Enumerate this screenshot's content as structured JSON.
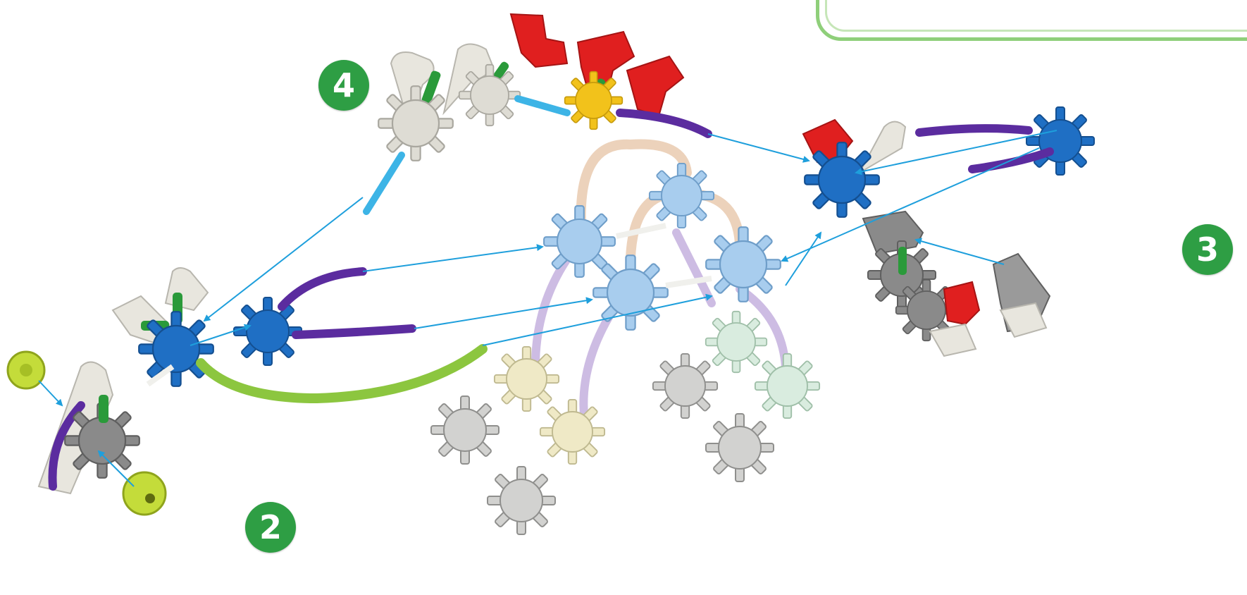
{
  "steps": [
    {
      "number": "4"
    },
    {
      "number": "3"
    },
    {
      "number": "2"
    }
  ],
  "colors": {
    "badge_green": "#2e9e44",
    "arrow_blue": "#1e9fdc",
    "connector_blue": "#1f6fc4",
    "connector_light_blue": "#a8cdee",
    "connector_white": "#e6e6e0",
    "connector_gray": "#8a8a8a",
    "connector_yellow": "#f2c21b",
    "clip_red": "#e01f1f",
    "rod_purple": "#5b2c9f",
    "rod_lime": "#8cc63f",
    "rod_tan": "#ecd2bb",
    "rod_lavender": "#cdbce3",
    "rod_cyan": "#3db4e6",
    "rod_green": "#2a9a3a",
    "ball_yellowgreen": "#c4dc3a"
  },
  "parts": {
    "wheel_icon": "wheel-hub",
    "ball_icon": "ball-end"
  }
}
